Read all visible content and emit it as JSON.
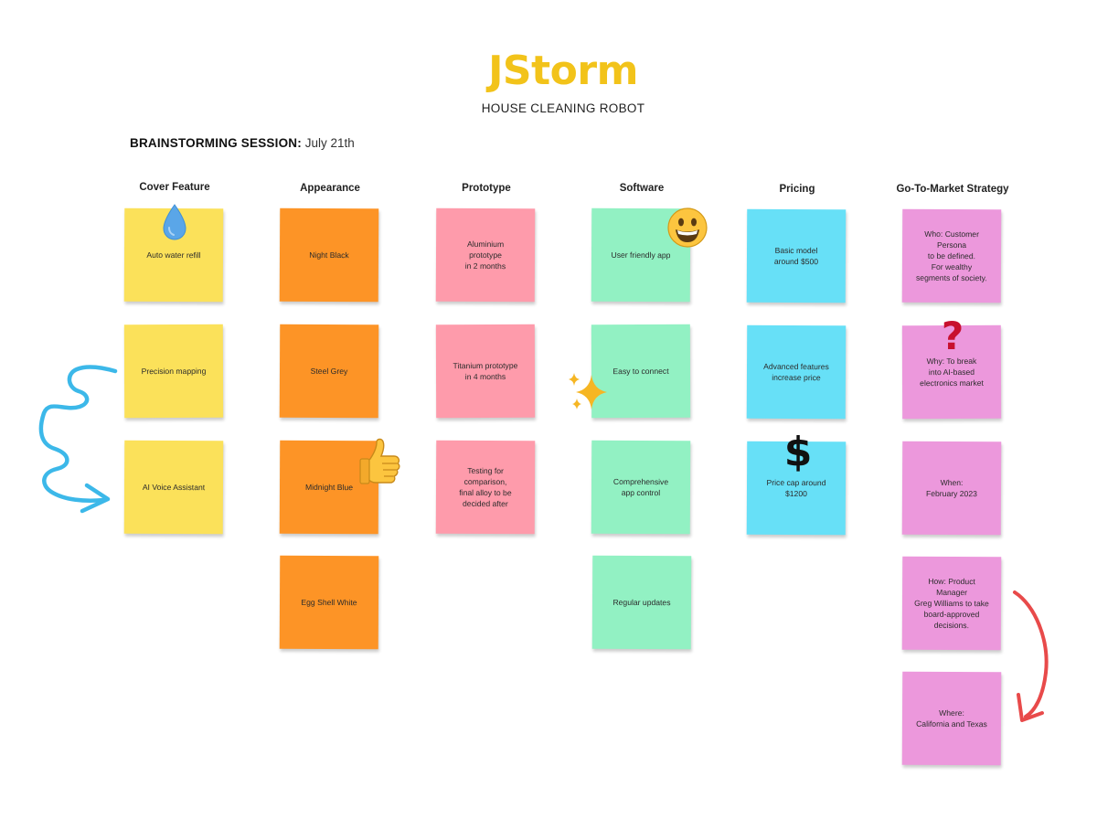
{
  "board": {
    "title": "JStorm",
    "subtitle": "HOUSE CLEANING ROBOT",
    "session_label": "BRAINSTORMING SESSION:",
    "session_date": "July 21th"
  },
  "colors": {
    "title": "#f2c31a",
    "yellow": "#fbe15a",
    "orange": "#fd9426",
    "pink": "#fe9bab",
    "green": "#92f1c3",
    "blue": "#67e0f7",
    "magenta": "#ec98dc",
    "blue_pen": "#3cb8e9",
    "red_pen": "#e84a4a"
  },
  "columns": [
    {
      "header": "Cover Feature",
      "color": "#fbe15a",
      "notes": [
        "Auto water refill",
        "Precision mapping",
        "AI Voice Assistant"
      ]
    },
    {
      "header": "Appearance",
      "color": "#fd9426",
      "notes": [
        "Night Black",
        "Steel Grey",
        "Midnight Blue",
        "Egg Shell White"
      ]
    },
    {
      "header": "Prototype",
      "color": "#fe9bab",
      "notes": [
        "Aluminium\nprototype\nin 2 months",
        "Titanium prototype\nin 4 months",
        "Testing for\ncomparison,\nfinal alloy to be\ndecided after"
      ]
    },
    {
      "header": "Software",
      "color": "#92f1c3",
      "notes": [
        "User friendly app",
        "Easy to connect",
        "Comprehensive\napp control",
        "Regular updates"
      ]
    },
    {
      "header": "Pricing",
      "color": "#67e0f7",
      "notes": [
        "Basic model\naround $500",
        "Advanced features\nincrease price",
        "Price cap around\n$1200"
      ]
    },
    {
      "header": "Go-To-Market Strategy",
      "color": "#ec98dc",
      "notes": [
        "Who: Customer\nPersona\nto be defined.\nFor wealthy\nsegments of society.",
        "Why: To break\ninto AI-based\nelectronics market",
        "When:\nFebruary 2023",
        "How: Product Manager\nGreg Williams to take\nboard-approved\ndecisions.",
        "Where:\nCalifornia and Texas"
      ]
    }
  ],
  "stickers": [
    {
      "name": "water-drop-icon"
    },
    {
      "name": "thumbs-up-icon"
    },
    {
      "name": "smiley-face-icon"
    },
    {
      "name": "sparkles-icon"
    },
    {
      "name": "dollar-sign-icon"
    },
    {
      "name": "question-mark-icon"
    }
  ],
  "annotations": [
    {
      "name": "blue-freehand-arrow"
    },
    {
      "name": "red-curved-arrow"
    }
  ]
}
